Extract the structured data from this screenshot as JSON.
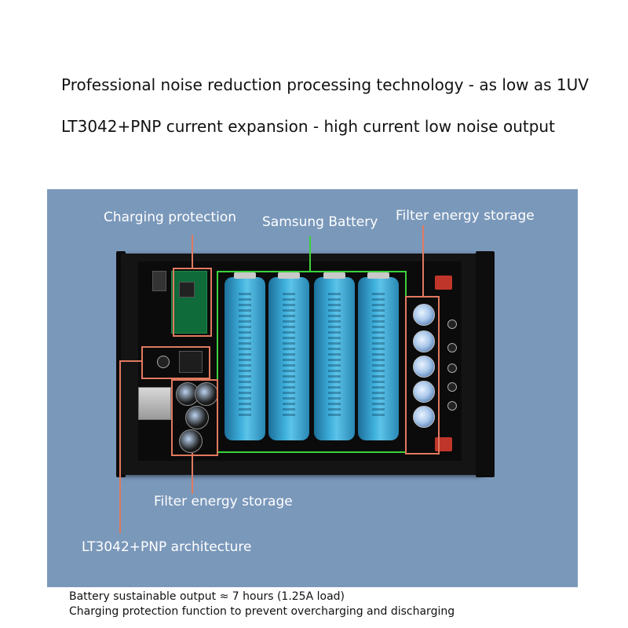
{
  "headlines": {
    "line1": "Professional noise reduction processing technology - as low as 1UV",
    "line2": "LT3042+PNP current expansion - high current low noise output"
  },
  "labels": {
    "charging_protection": "Charging protection",
    "samsung_battery": "Samsung Battery",
    "filter_energy_storage_right": "Filter energy storage",
    "filter_energy_storage_bottom": "Filter energy storage",
    "lt3042_pnp": "LT3042+PNP architecture"
  },
  "captions": {
    "line1": "Battery sustainable output ≈ 7 hours (1.25A load)",
    "line2": "Charging protection function to prevent overcharging and discharging"
  },
  "colors": {
    "panel_bg": "#7a98ba",
    "highlight_orange": "#e07a5f",
    "highlight_green": "#3bd23b",
    "battery_blue": "#3fb0dc"
  }
}
